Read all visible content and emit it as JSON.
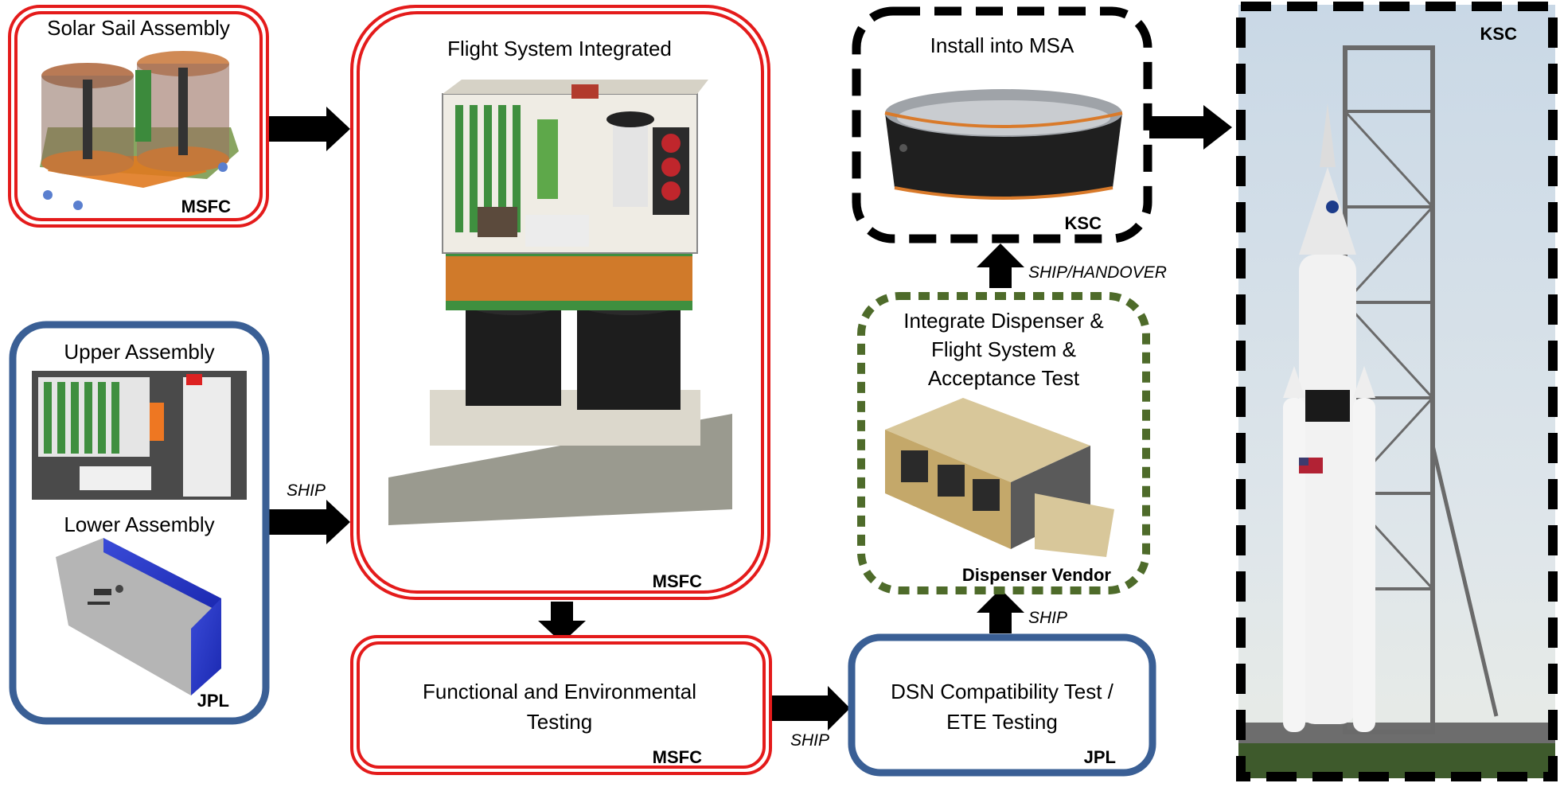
{
  "nodes": {
    "solar_sail": {
      "title": "Solar Sail Assembly",
      "org": "MSFC"
    },
    "upper_lower": {
      "upper_title": "Upper Assembly",
      "lower_title": "Lower Assembly",
      "org": "JPL"
    },
    "flight_system": {
      "title": "Flight System Integrated",
      "org": "MSFC"
    },
    "testing": {
      "line1": "Functional and Environmental",
      "line2": "Testing",
      "org": "MSFC"
    },
    "dsn": {
      "line1": "DSN Compatibility Test /",
      "line2": "ETE Testing",
      "org": "JPL"
    },
    "dispenser": {
      "line1": "Integrate Dispenser &",
      "line2": "Flight System &",
      "line3": "Acceptance Test",
      "org": "Dispenser Vendor"
    },
    "msa": {
      "title": "Install into MSA",
      "org": "KSC"
    },
    "launch": {
      "org": "KSC"
    }
  },
  "edges": {
    "jpl_to_flight": "SHIP",
    "testing_to_dsn": "SHIP",
    "dsn_to_dispenser": "SHIP",
    "dispenser_to_msa": "SHIP/HANDOVER"
  },
  "colors": {
    "msfc_border": "#e41b1b",
    "jpl_border": "#3a5f95",
    "vendor_border": "#4e6b2a",
    "ksc_border": "#000000"
  }
}
